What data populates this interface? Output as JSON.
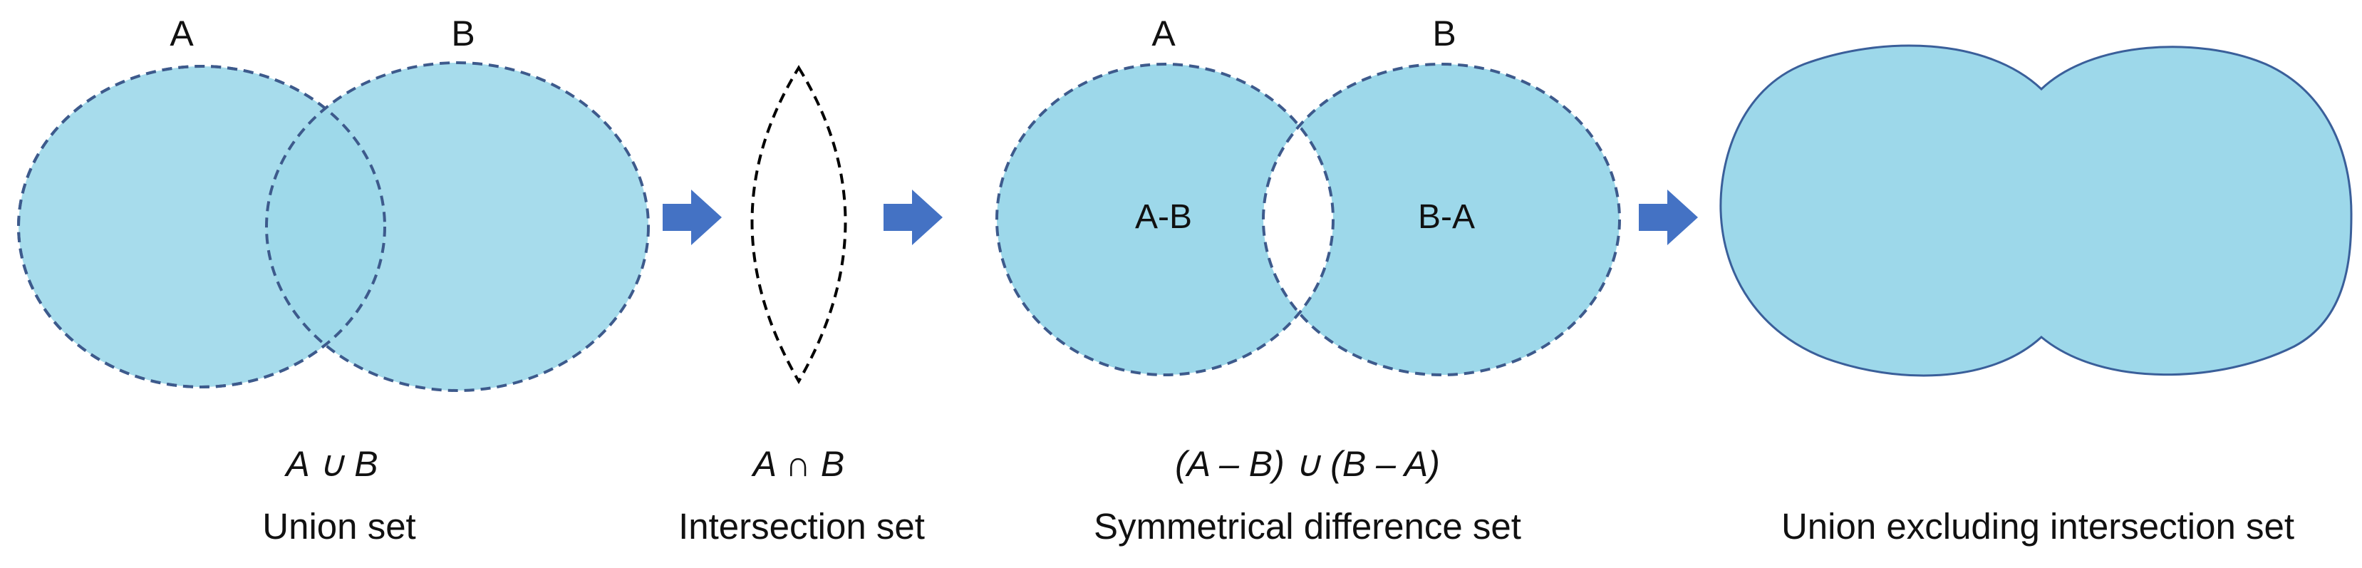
{
  "colors": {
    "fill": "#9dd8ea",
    "outline_dashed": "#3d5a8c",
    "outline_solid": "#3a5f9a",
    "lens_outline": "#000000",
    "arrow": "#4472c4"
  },
  "panels": {
    "union": {
      "set_a_label": "A",
      "set_b_label": "B",
      "formula": "A ∪ B",
      "caption": "Union set"
    },
    "intersection": {
      "formula": "A ∩ B",
      "caption": "Intersection set"
    },
    "symmetric": {
      "set_a_label": "A",
      "set_b_label": "B",
      "region_a_minus_b": "A-B",
      "region_b_minus_a": "B-A",
      "formula": "(A – B) ∪ (B – A)",
      "caption": "Symmetrical difference set"
    },
    "union_excl": {
      "caption": "Union excluding intersection set"
    }
  },
  "icons": {
    "arrow": "right-arrow-icon"
  }
}
